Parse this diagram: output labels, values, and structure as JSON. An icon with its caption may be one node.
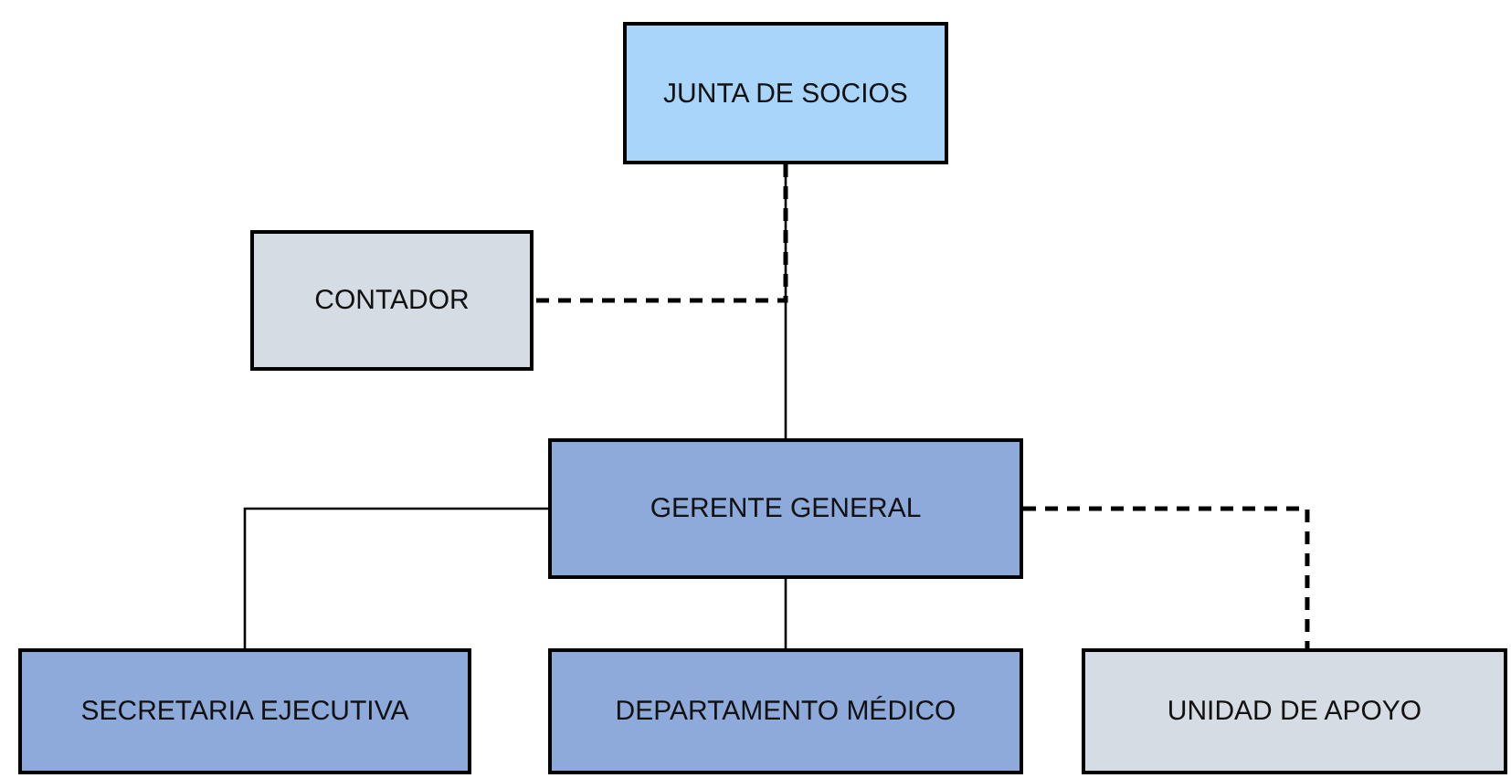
{
  "diagram": {
    "nodes": [
      {
        "text": [
          "JUNTA DE SOCIOS"
        ]
      },
      {
        "text": [
          "CONTADOR"
        ]
      },
      {
        "text": [
          "GERENTE GENERAL"
        ]
      },
      {
        "text": [
          "SECRETARIA EJECUTIVA"
        ]
      },
      {
        "text": [
          "DEPARTAMENTO MÉDICO"
        ]
      },
      {
        "text": [
          "UNIDAD DE APOYO"
        ]
      }
    ],
    "edges": [
      {
        "from": 0,
        "to": 2,
        "arrow": "none"
      },
      {
        "from": 0,
        "to": 1,
        "arrow": "none",
        "style": "dashed"
      },
      {
        "from": 2,
        "to": 3,
        "arrow": "none"
      },
      {
        "from": 2,
        "to": 4,
        "arrow": "none"
      },
      {
        "from": 2,
        "to": 5,
        "arrow": "none",
        "style": "dashed"
      }
    ]
  }
}
